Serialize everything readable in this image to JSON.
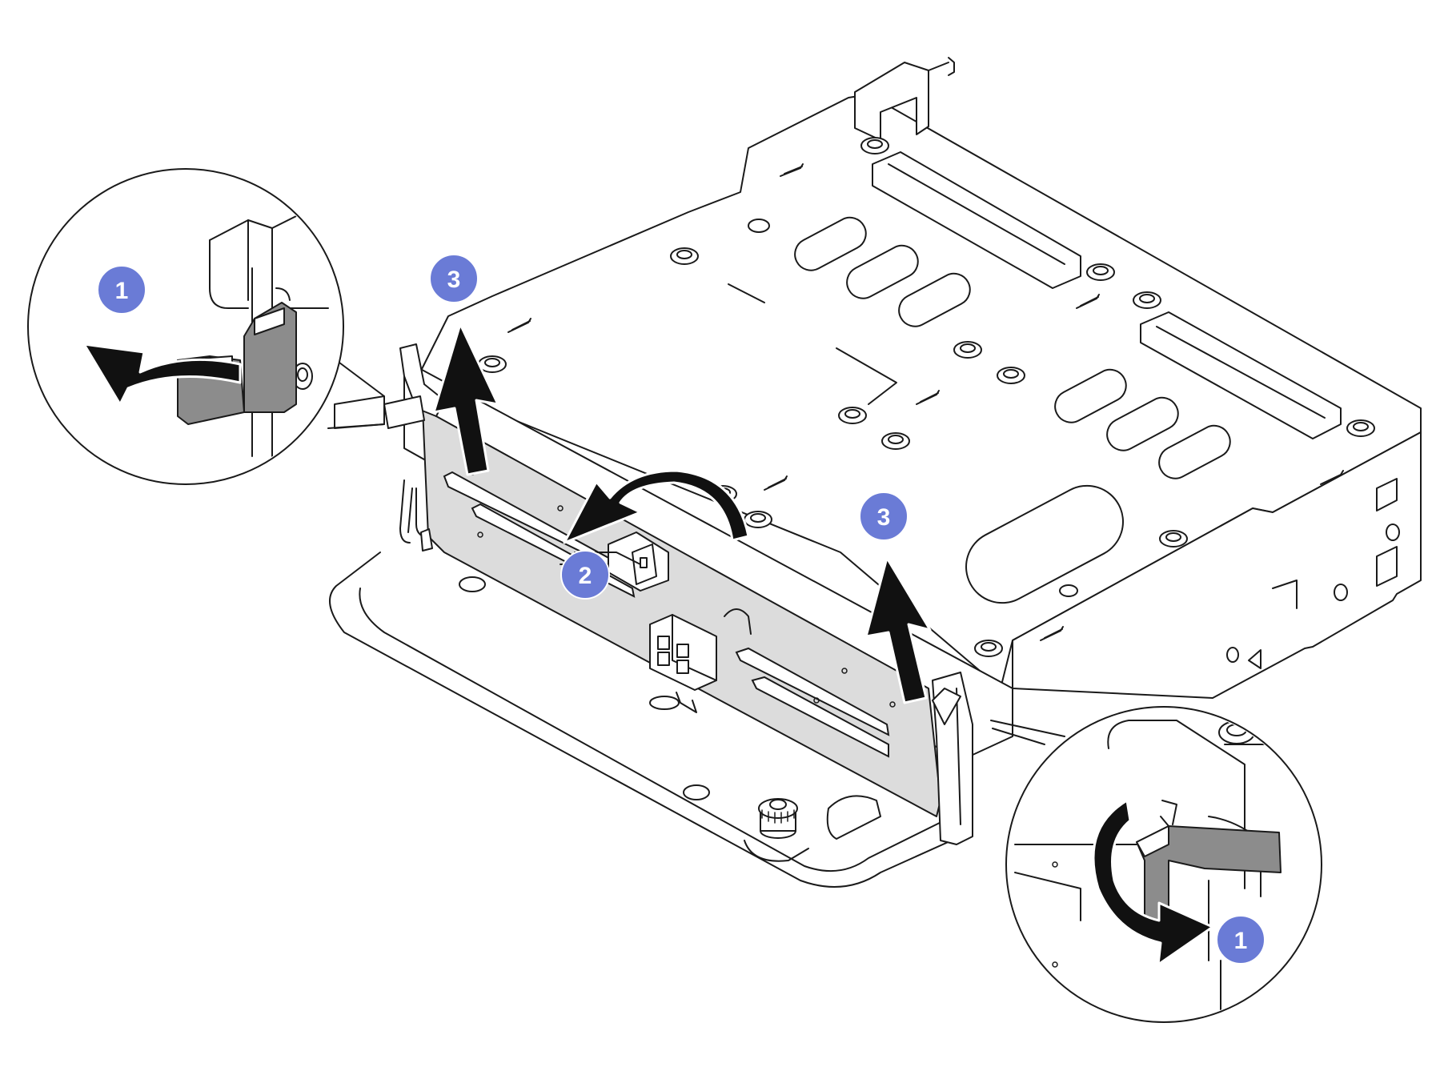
{
  "colors": {
    "callout": "#6a7bd6",
    "callout_text": "#ffffff",
    "line": "#1a1a1a",
    "backplate_fill": "#dcdcdc",
    "latch_fill": "#8c8c8c"
  },
  "callouts": [
    {
      "id": "c1-left",
      "label": "1"
    },
    {
      "id": "c3-left",
      "label": "3"
    },
    {
      "id": "c2",
      "label": "2"
    },
    {
      "id": "c3-right",
      "label": "3"
    },
    {
      "id": "c1-right",
      "label": "1"
    }
  ]
}
